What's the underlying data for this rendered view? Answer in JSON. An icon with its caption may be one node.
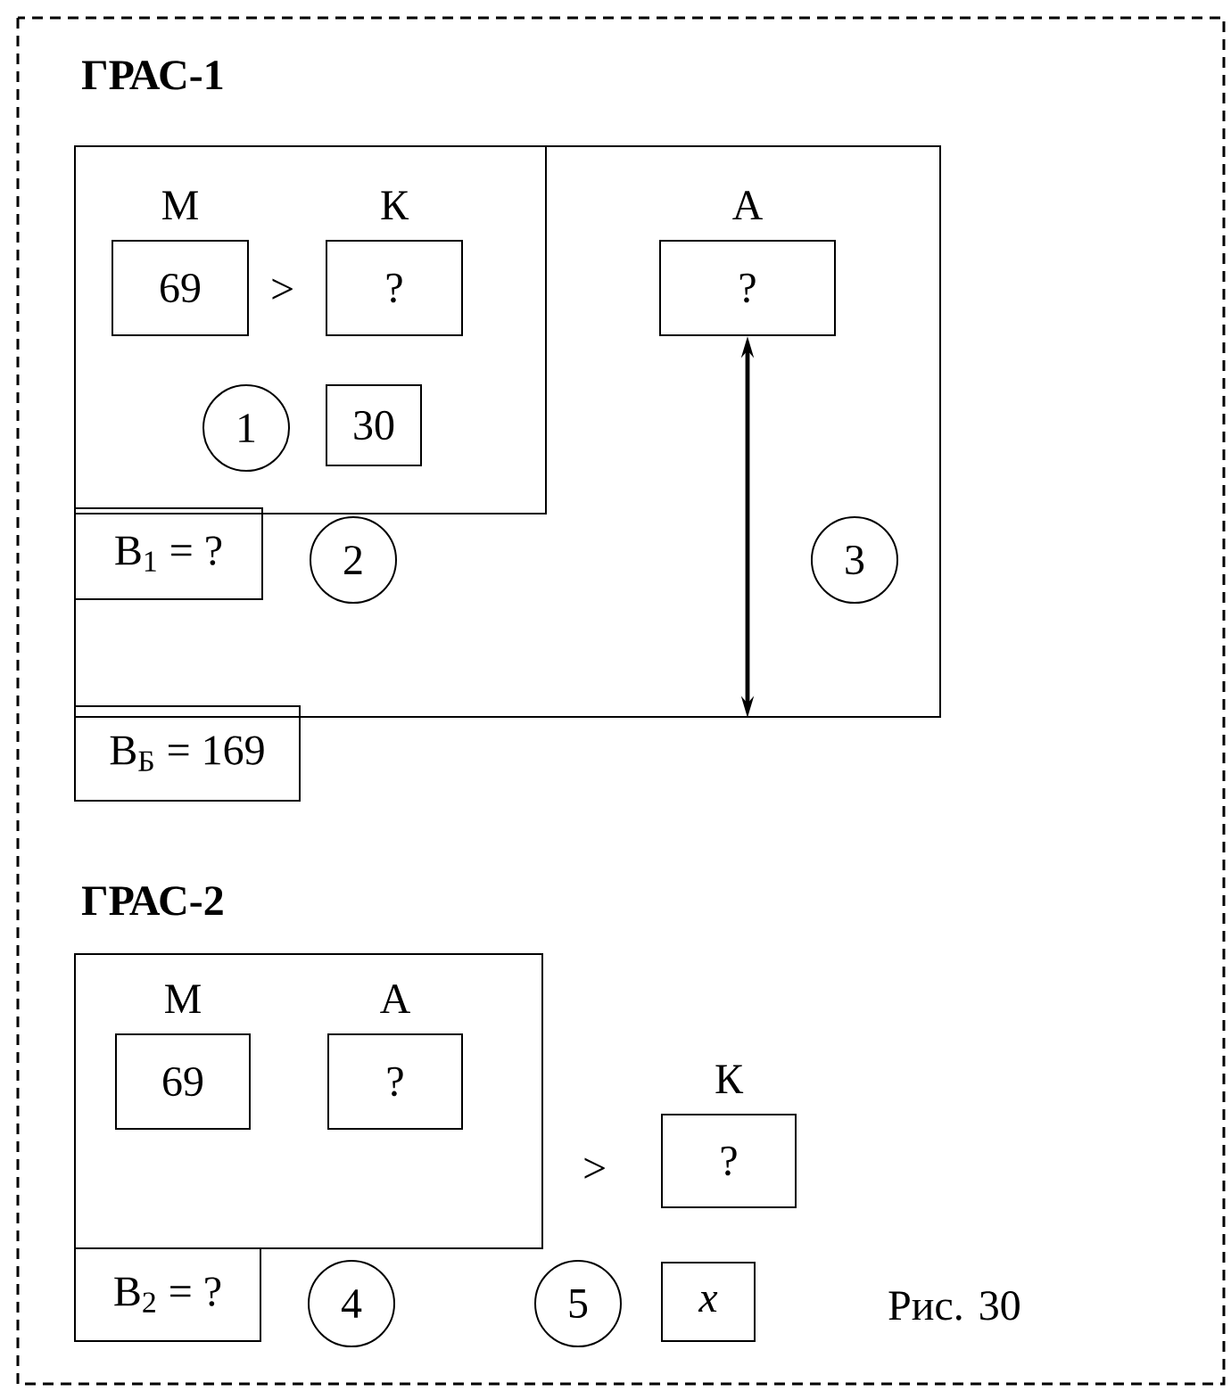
{
  "diagram": {
    "caption": "Рис. 30",
    "nodes": [
      {
        "text": [],
        "shape": "box"
      },
      {
        "text": [],
        "shape": "box",
        "in": 0
      },
      {
        "text": [
          "М",
          "69"
        ],
        "in": 1
      },
      {
        "text": [
          "К",
          "?"
        ],
        "in": 1
      },
      {
        "text": [
          "1"
        ],
        "in": 1
      },
      {
        "text": [
          "30"
        ],
        "in": 1
      },
      {
        "text": [
          "В$_{1}$ = ?"
        ],
        "in": 0
      },
      {
        "text": [
          "2"
        ],
        "in": 0
      },
      {
        "text": [
          "А",
          "?"
        ],
        "in": 0
      },
      {
        "text": [
          "3"
        ],
        "in": 0
      },
      {
        "text": [
          "В$_{Б}$ = 169"
        ]
      },
      {
        "text": [],
        "shape": "box"
      },
      {
        "text": [
          "М",
          "69"
        ],
        "in": 11
      },
      {
        "text": [
          "А",
          "?"
        ],
        "in": 11
      },
      {
        "text": [
          "К",
          "?"
        ]
      },
      {
        "text": [
          "В$_{2}$ = ?"
        ]
      },
      {
        "text": [
          "4"
        ]
      },
      {
        "text": [
          "5"
        ]
      },
      {
        "text": [
          "x"
        ]
      }
    ],
    "edges": [
      {
        "from": 8,
        "to": 0,
        "arrow": "both"
      }
    ],
    "labels": [
      "ГРАС-1",
      ">",
      "ГРАС-2",
      ">"
    ]
  }
}
